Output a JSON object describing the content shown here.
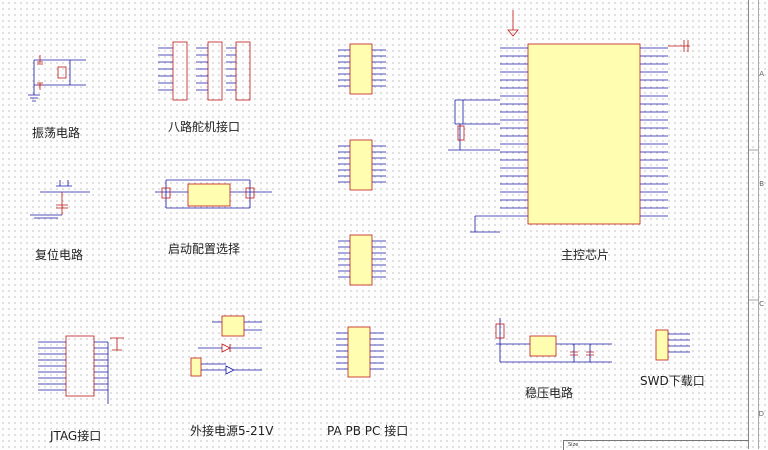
{
  "sections": {
    "oscillator": "振荡电路",
    "servo_port": "八路舵机接口",
    "main_chip": "主控芯片",
    "reset": "复位电路",
    "boot_select": "启动配置选择",
    "jtag": "JTAG接口",
    "ext_power": "外接电源5-21V",
    "ports": "PA PB PC 接口",
    "regulator": "稳压电路",
    "swd": "SWD下载口"
  },
  "border_zone_labels": [
    "A",
    "B",
    "C",
    "D"
  ],
  "title_block": {
    "size_label": "Size"
  },
  "colors": {
    "wire": "#1a1aa8",
    "component": "#c01818",
    "body_fill": "#fffdb0",
    "net_label": "#7a0000"
  }
}
